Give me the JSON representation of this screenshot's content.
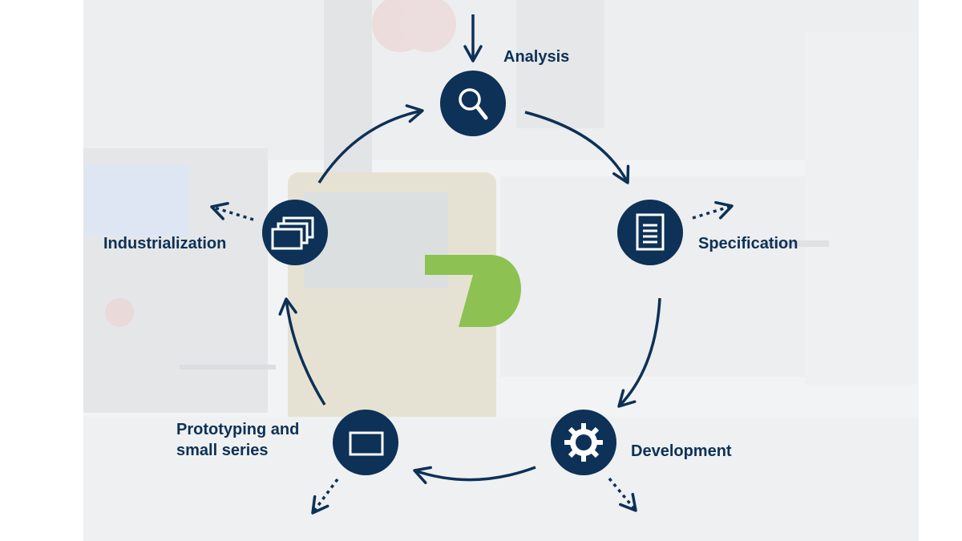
{
  "colors": {
    "navy": "#0d3157",
    "logo_green": "#8dc152",
    "photo_wash": "#f1f2f3"
  },
  "stages": [
    {
      "id": "analysis",
      "label": "Analysis",
      "icon": "magnifier-icon"
    },
    {
      "id": "specification",
      "label": "Specification",
      "icon": "document-icon"
    },
    {
      "id": "development",
      "label": "Development",
      "icon": "gear-icon"
    },
    {
      "id": "prototyping",
      "label": "Prototyping and\nsmall series",
      "icon": "single-board-icon"
    },
    {
      "id": "industrialization",
      "label": "Industrialization",
      "icon": "stacked-boards-icon"
    }
  ],
  "center_logo": {
    "icon": "company-logo-mark"
  }
}
